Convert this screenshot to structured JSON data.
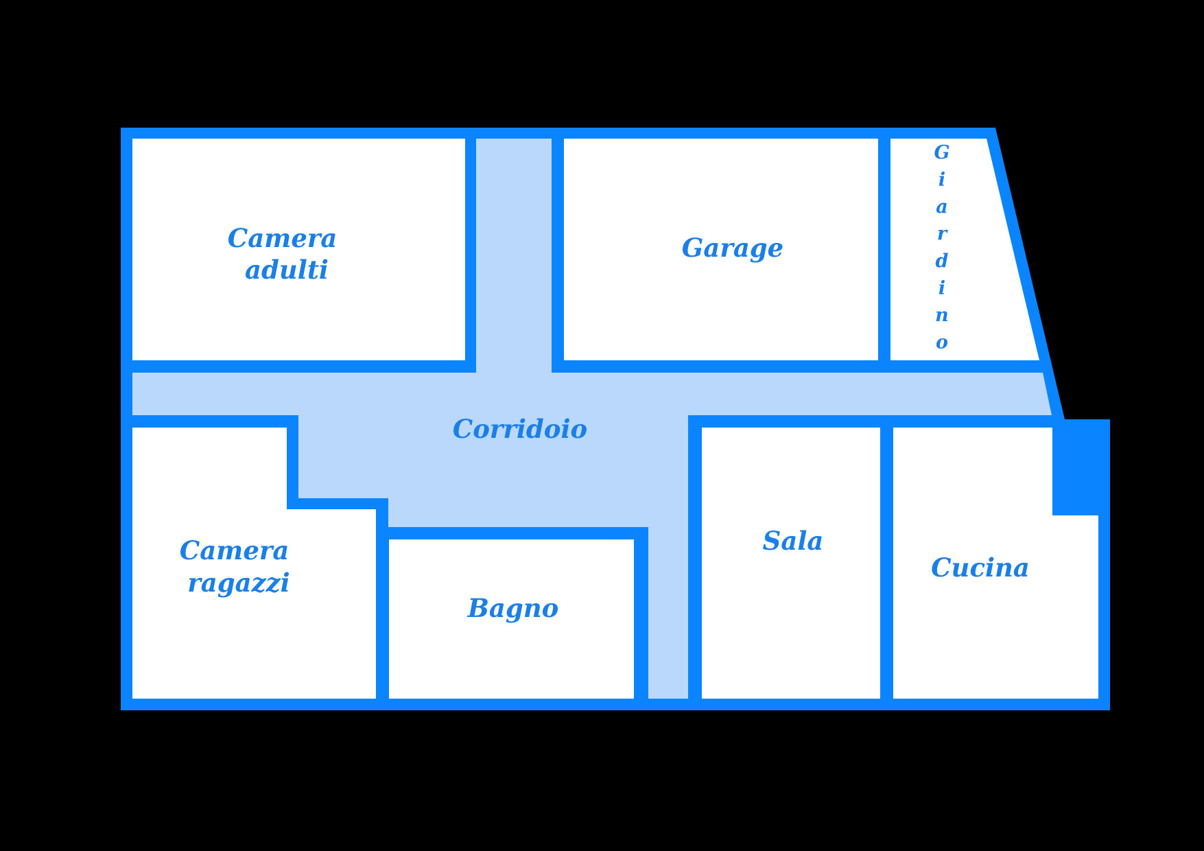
{
  "colors": {
    "background": "#000000",
    "wall": "#0a84ff",
    "corridor": "#b9d8fb",
    "room": "#ffffff",
    "label": "#1a7fe8"
  },
  "rooms": {
    "camera_adulti": {
      "line1": "Camera",
      "line2": "adulti"
    },
    "garage": {
      "label": "Garage"
    },
    "giardino": {
      "label": "Giardino"
    },
    "corridoio": {
      "label": "Corridoio"
    },
    "camera_ragazzi": {
      "line1": "Camera",
      "line2": "ragazzi"
    },
    "bagno": {
      "label": "Bagno"
    },
    "sala": {
      "label": "Sala"
    },
    "cucina": {
      "label": "Cucina"
    }
  }
}
